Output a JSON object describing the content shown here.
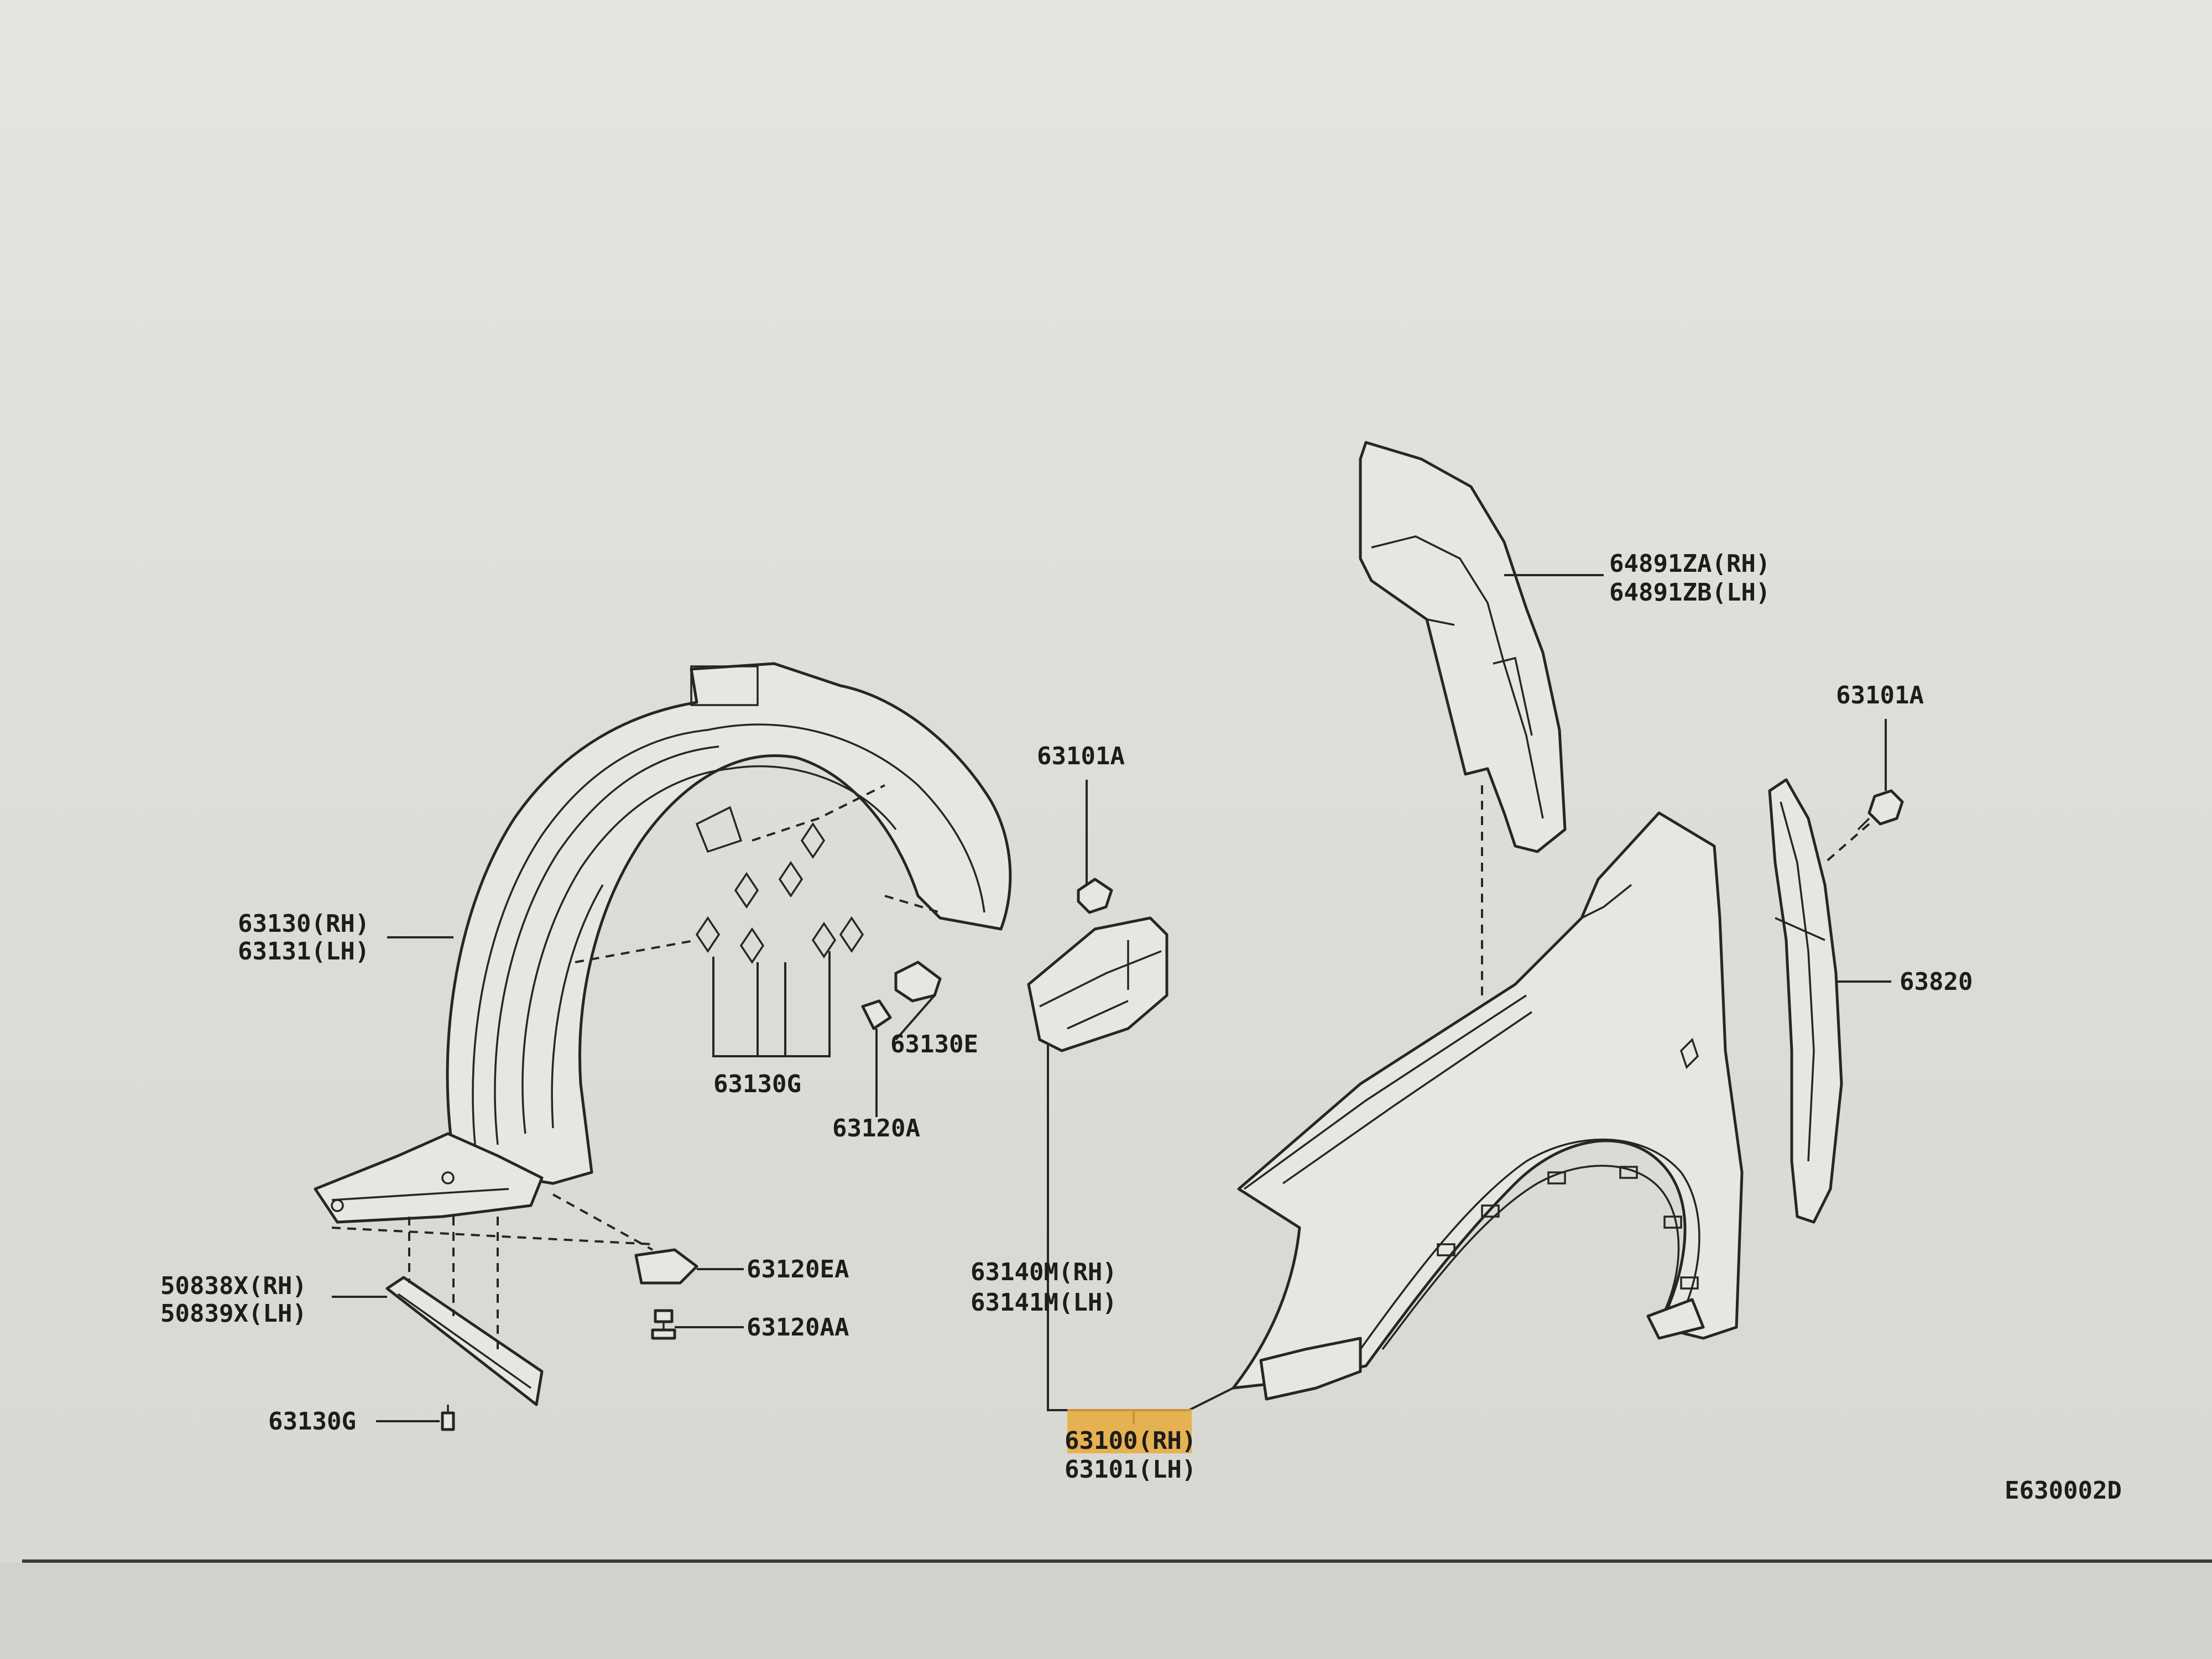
{
  "diagram": {
    "code": "E630002D",
    "labels": {
      "p64891ZA": "64891ZA(RH)",
      "p64891ZB": "64891ZB(LH)",
      "p63101A_right": "63101A",
      "p63101A_mid": "63101A",
      "p63820": "63820",
      "p63130": "63130(RH)",
      "p63131": "63131(LH)",
      "p63130G_upper": "63130G",
      "p63130E": "63130E",
      "p63120A": "63120A",
      "p63140M": "63140M(RH)",
      "p63141M": "63141M(LH)",
      "p63120EA": "63120EA",
      "p63120AA": "63120AA",
      "p50838X": "50838X(RH)",
      "p50839X": "50839X(LH)",
      "p63130G_lower": "63130G",
      "p63100": "63100(RH)",
      "p63101": "63101(LH)"
    },
    "highlight_color": "#e8a93a"
  }
}
